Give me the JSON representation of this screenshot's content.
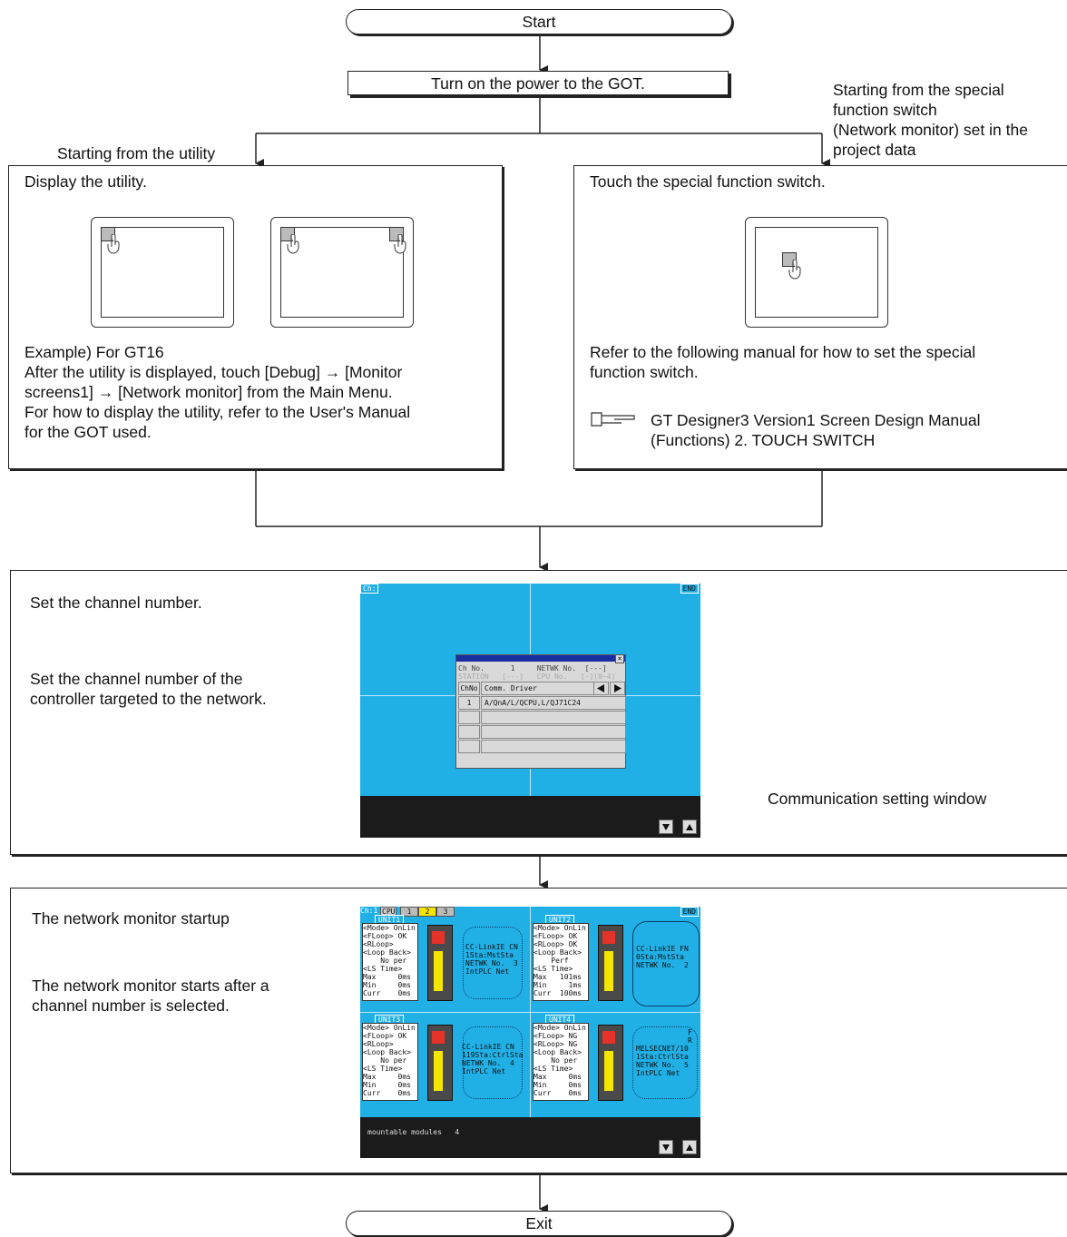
{
  "flow": {
    "start_label": "Start",
    "power_on_label": "Turn on the power to the GOT.",
    "exit_label": "Exit",
    "branch_left_label": "Starting from the utility",
    "branch_right_label": "Starting from the special\nfunction switch\n(Network monitor) set in the\nproject data"
  },
  "left_box": {
    "title": "Display the utility.",
    "body": "Example) For GT16\nAfter the utility is displayed, touch [Debug] → [Monitor\nscreens1] → [Network monitor] from the Main Menu.\nFor how to display the utility, refer to the User's Manual\nfor the GOT used."
  },
  "right_box": {
    "title": "Touch the special function switch.",
    "body": "Refer to the following manual for how to set the special\nfunction switch.",
    "reference": "GT Designer3 Version1 Screen Design Manual\n(Functions) 2. TOUCH SWITCH"
  },
  "channel_step": {
    "title": "Set the channel number.",
    "description": "Set the channel number of the\ncontroller targeted to the network.",
    "callout": "Communication setting window",
    "screen": {
      "ch_tag": "Ch:",
      "end_tag": "END",
      "dialog": {
        "close": "×",
        "row1": "Ch No.      1     NETWK No.  [---]",
        "row2": "STATION   [---]   CPU No.   [-](0~4)",
        "col1": "ChNo",
        "col2": "Comm. Driver",
        "entry_no": "1",
        "entry_driver": "A/QnA/L/QCPU,L/QJ71C24"
      }
    }
  },
  "monitor_step": {
    "title": "The network monitor startup",
    "description": "The network monitor starts after a\nchannel number is selected.",
    "screen": {
      "header_ch": "Ch:1",
      "header_cpu": "CPU",
      "tabs": [
        "1",
        "2",
        "3"
      ],
      "end_tag": "END",
      "footer": "mountable modules   4",
      "units": [
        {
          "label": "UNIT1",
          "info": "<Mode> OnLin\n<FLoop> OK\n<RLoop>\n<Loop Back>\n    No per\n<LS Time>\nMax     0ms\nMin     0ms\nCurr    0ms",
          "network": "CC-LinkIE CN\n1Sta:MstSta\nNETWK No.  3\nIntPLC Net"
        },
        {
          "label": "UNIT2",
          "info": "<Mode> OnLin\n<FLoop> OK\n<RLoop> OK\n<Loop Back>\n    Perf\n<LS Time>\nMax   101ms\nMin     1ms\nCurr  100ms",
          "network": "CC-LinkIE FN\n0Sta:MstSta\nNETWK No.  2"
        },
        {
          "label": "UNIT3",
          "info": "<Mode> OnLin\n<FLoop> OK\n<RLoop>\n<Loop Back>\n    No per\n<LS Time>\nMax     0ms\nMin     0ms\nCurr    0ms",
          "network": "CC-LinkIE CN\n119Sta:CtrlSta\nNETWK No.  4\nIntPLC Net"
        },
        {
          "label": "UNIT4",
          "info": "<Mode> OnLin\n<FLoop> NG\n<RLoop> NG\n<Loop Back>\n    No per\n<LS Time>\nMax     0ms\nMin     0ms\nCurr    0ms",
          "network": "MELSECNET/10\n1Sta:CtrlSta\nNETWK No.  5\nIntPLC Net",
          "marker": "F\nR"
        }
      ]
    }
  },
  "colors": {
    "screen_bg": "#21b0e6",
    "screen_bar": "#1b1b1b",
    "dialog_title": "#1b2ea0",
    "tab_active": "#f5e600"
  }
}
